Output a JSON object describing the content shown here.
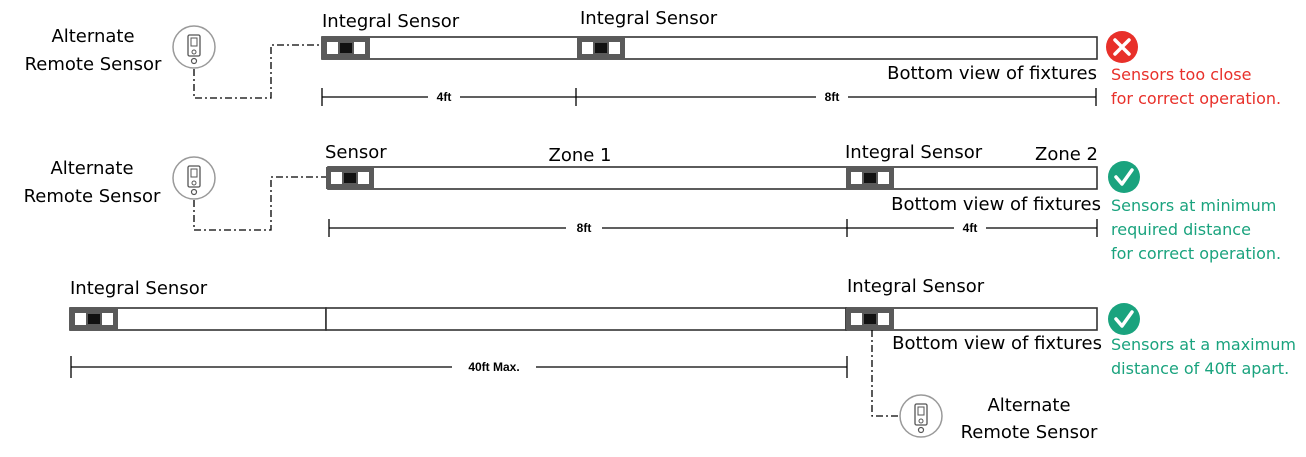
{
  "colors": {
    "error": "#e8302a",
    "ok": "#1aa37e"
  },
  "diagrams": [
    {
      "remote": [
        "Alternate",
        "Remote Sensor"
      ],
      "sensor_labels": [
        "Integral Sensor",
        "Integral Sensor"
      ],
      "bottom_view": "Bottom view of fixtures",
      "dims": [
        "4ft",
        "8ft"
      ],
      "status_icon": "cross-circle-icon",
      "status": [
        "Sensors too close",
        "for correct operation."
      ]
    },
    {
      "remote": [
        "Alternate",
        "Remote Sensor"
      ],
      "sensor_labels": [
        "Sensor",
        "Integral Sensor"
      ],
      "zones": [
        "Zone 1",
        "Zone 2"
      ],
      "bottom_view": "Bottom view of fixtures",
      "dims": [
        "8ft",
        "4ft"
      ],
      "status_icon": "check-circle-icon",
      "status": [
        "Sensors at minimum",
        "required distance",
        "for correct operation."
      ]
    },
    {
      "remote": [
        "Alternate",
        "Remote Sensor"
      ],
      "sensor_labels": [
        "Integral Sensor",
        "Integral Sensor"
      ],
      "bottom_view": "Bottom view of fixtures",
      "dims": [
        "40ft Max."
      ],
      "status_icon": "check-circle-icon",
      "status": [
        "Sensors at a maximum",
        "distance of 40ft apart."
      ]
    }
  ]
}
